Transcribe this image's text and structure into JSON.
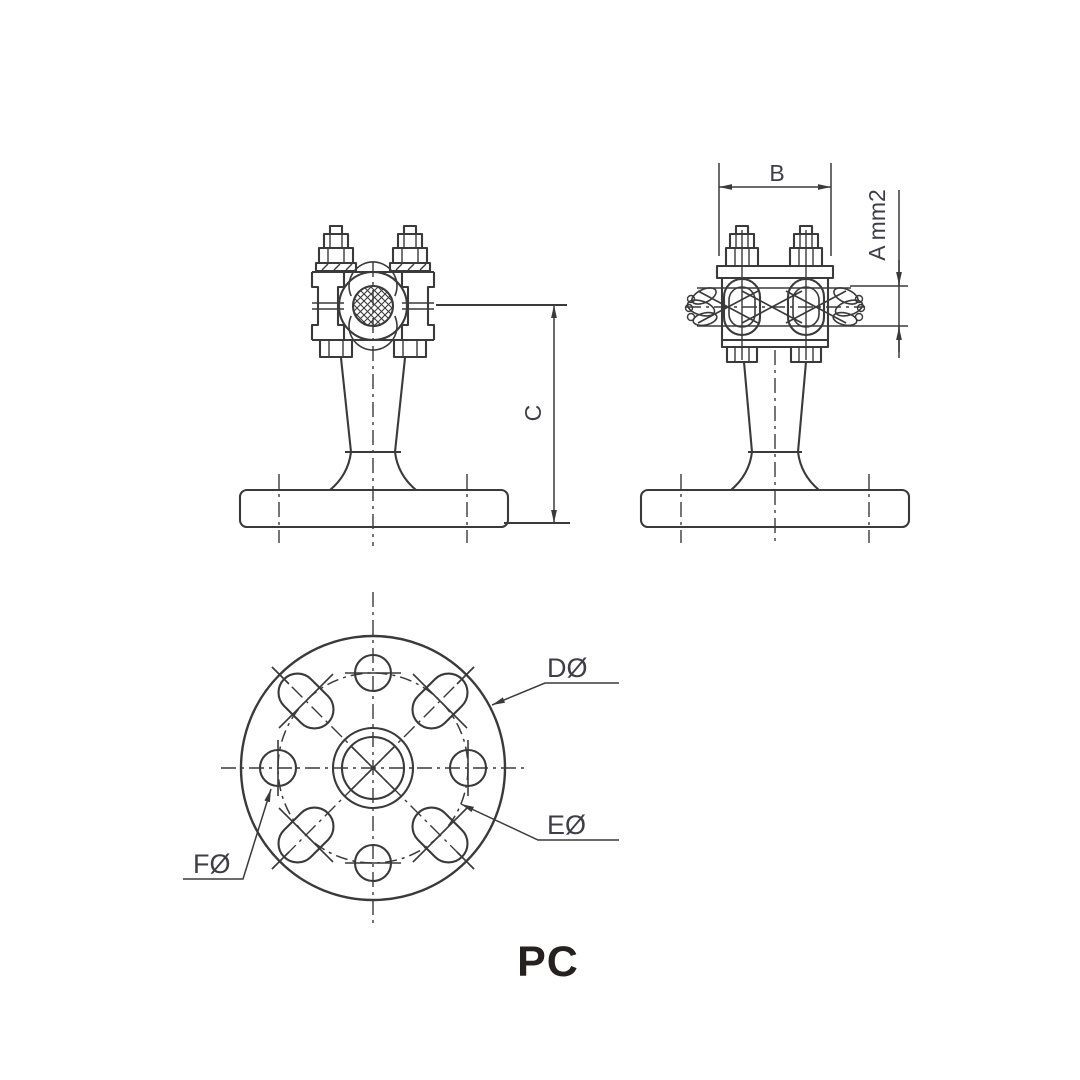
{
  "drawing": {
    "labels": {
      "dim_b": "B",
      "dim_a": "A mm2",
      "dim_c": "C",
      "dia_d": "DØ",
      "dia_e": "EØ",
      "dia_f": "FØ",
      "part": "PC"
    },
    "colors": {
      "line": "#3a3a3a",
      "dim_label": "#3e3e48",
      "part_label": "#262120",
      "background": "#ffffff"
    }
  }
}
